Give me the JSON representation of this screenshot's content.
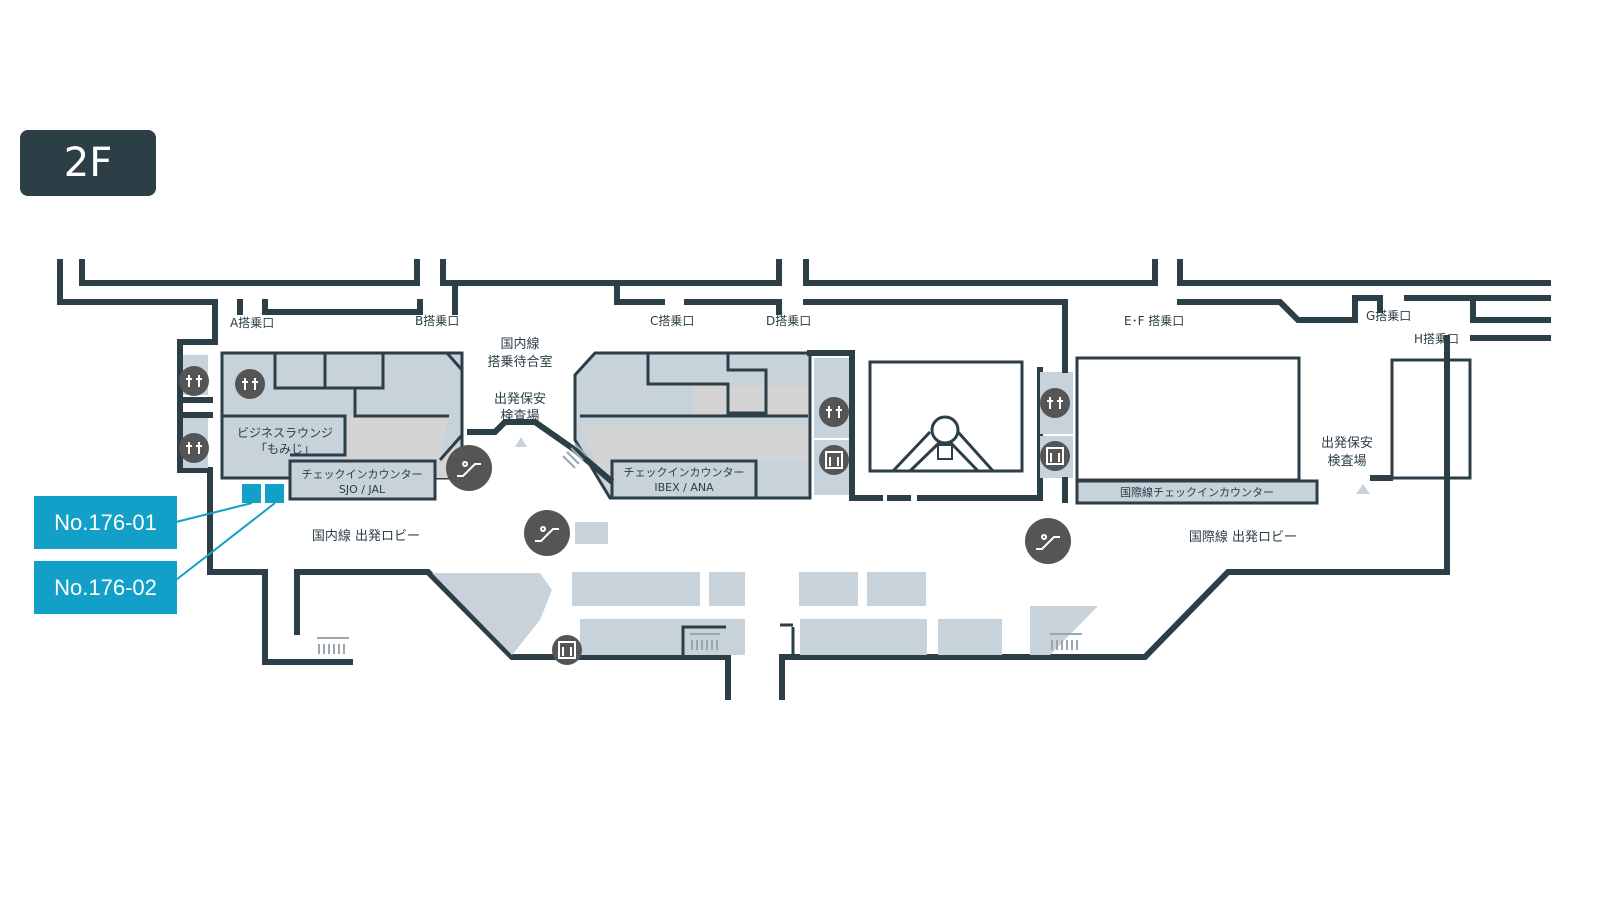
{
  "floor": "2F",
  "gates": {
    "a": "A搭乗口",
    "b": "B搭乗口",
    "c": "C搭乗口",
    "d": "D搭乗口",
    "ef": "E･F 搭乗口",
    "g": "G搭乗口",
    "h": "H搭乗口"
  },
  "areas": {
    "domestic_waiting_1": "国内線",
    "domestic_waiting_2": "搭乗待合室",
    "security_west_1": "出発保安",
    "security_west_2": "検査場",
    "security_east_1": "出発保安",
    "security_east_2": "検査場",
    "lounge_1": "ビジネスラウンジ",
    "lounge_2": "「もみじ」",
    "checkin_jal_1": "チェックインカウンター",
    "checkin_jal_2": "SJO / JAL",
    "checkin_ana_1": "チェックインカウンター",
    "checkin_ana_2": "IBEX / ANA",
    "checkin_intl": "国際線チェックインカウンター",
    "domestic_lobby": "国内線 出発ロビー",
    "intl_lobby": "国際線 出発ロビー"
  },
  "tags": {
    "t1": "No.176-01",
    "t2": "No.176-02"
  },
  "colors": {
    "wall": "#2c3e46",
    "room": "#c7d2da",
    "corridor": "#d4d4d4",
    "tag": "#12a0c8",
    "icon": "#555555"
  },
  "icons": [
    "restroom-icon",
    "elevator-icon",
    "escalator-icon",
    "stairs-icon"
  ]
}
